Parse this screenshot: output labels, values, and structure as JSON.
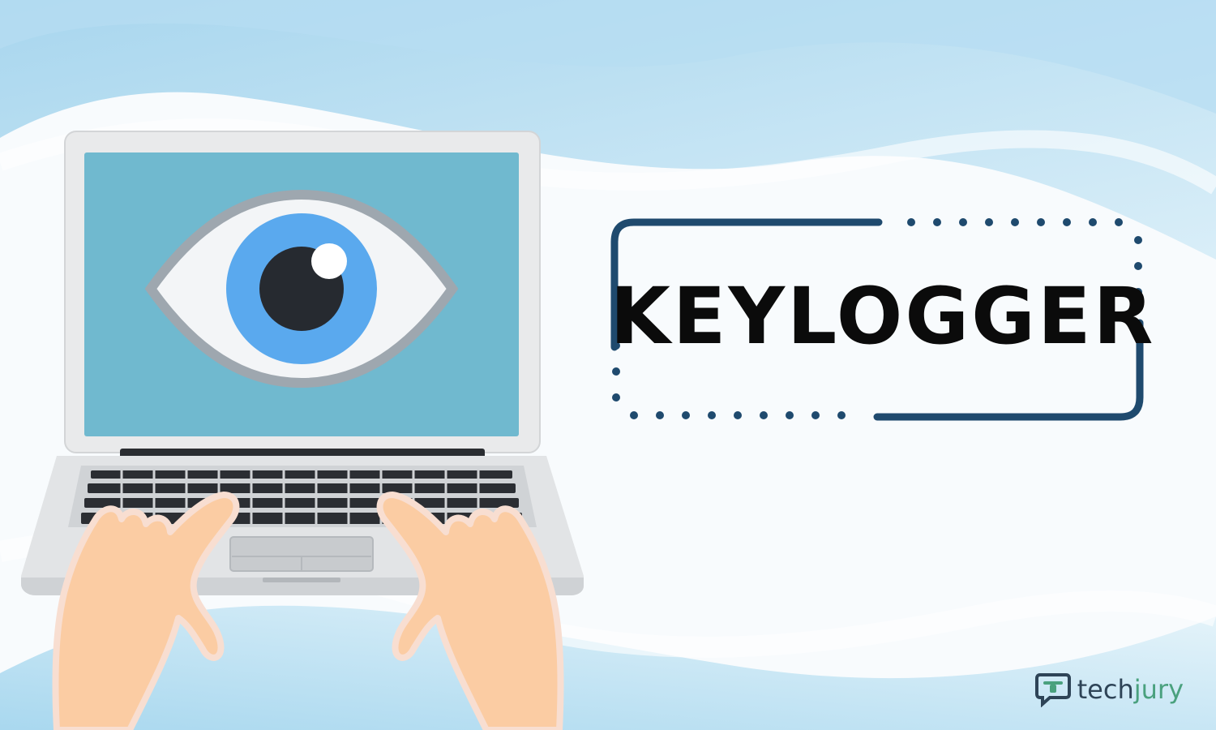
{
  "headline": "KEYLOGGER",
  "brand": {
    "part1": "tech",
    "part2": "jury",
    "icon": "chat-bubble-icon"
  },
  "colors": {
    "title_frame": "#1f4a6e",
    "brand_dark": "#2e4457",
    "brand_green": "#4aa17e",
    "screen": "#70b9cf",
    "iris": "#5aa9ee"
  }
}
